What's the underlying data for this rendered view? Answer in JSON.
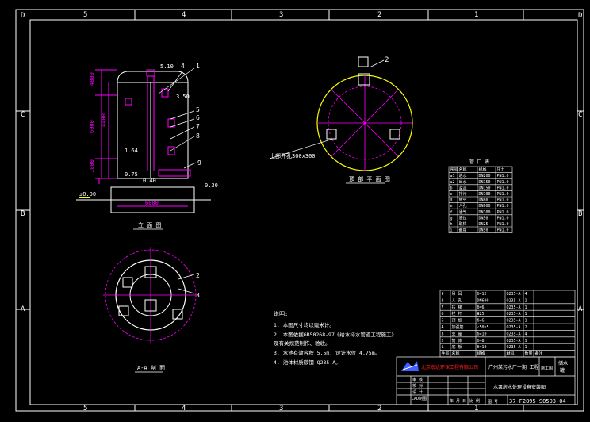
{
  "frame": {
    "top_numbers": [
      "5",
      "4",
      "3",
      "2",
      "1"
    ],
    "bottom_numbers": [
      "5",
      "4",
      "3",
      "2",
      "1"
    ],
    "left_letters": [
      "D",
      "C",
      "B",
      "A"
    ],
    "right_letters": [
      "D",
      "C",
      "B",
      "A"
    ]
  },
  "elevation": {
    "dims_left": [
      "4800",
      "6000",
      "4400",
      "1000"
    ],
    "elev_labels": [
      "5.10",
      "3.50",
      "1.64",
      "0.75",
      "0.40",
      "0.30",
      "±0.00"
    ],
    "callouts": [
      "1",
      "4",
      "5",
      "6",
      "7",
      "8",
      "9"
    ],
    "base_dim": "6000",
    "view_label": "立 面 图"
  },
  "top_view": {
    "callout": "2",
    "note_label": "上部开孔300x300",
    "view_label": "顶 部 平 面 图"
  },
  "bottom_view": {
    "callouts": [
      "2",
      "3"
    ],
    "view_label": "A-A 剖 面"
  },
  "nozzle_table": {
    "title": "管 口 表",
    "headers": [
      "序号",
      "名称",
      "规格",
      "压力"
    ],
    "rows": [
      [
        "a1",
        "进水",
        "DN200",
        "PN1.0"
      ],
      [
        "a2",
        "出水",
        "DN150",
        "PN1.0"
      ],
      [
        "b",
        "溢流",
        "DN150",
        "PN1.0"
      ],
      [
        "c",
        "排污",
        "DN100",
        "PN1.0"
      ],
      [
        "d",
        "放空",
        "DN80",
        "PN1.0"
      ],
      [
        "e",
        "人孔",
        "DN600",
        "PN1.0"
      ],
      [
        "f",
        "通气",
        "DN100",
        "PN1.0"
      ],
      [
        "g",
        "液位",
        "DN50",
        "PN1.0"
      ],
      [
        "h",
        "取样",
        "DN25",
        "PN1.0"
      ],
      [
        "i",
        "备用",
        "DN50",
        "PN1.0"
      ]
    ]
  },
  "notes": {
    "heading": "说明:",
    "lines": [
      "1. 本图尺寸均以毫米计。",
      "2. 本图依据GB50268-97《给水排水管道工程施工》",
      "   及有关规范制作、验收。",
      "3. 水池有效容积 5.5m, 设计水位 4.75m。",
      "4. 池体材质碳钢 Q235-A。"
    ]
  },
  "parts_list": {
    "headers": [
      "件号",
      "名称",
      "规格",
      "材料",
      "数量",
      "备注"
    ],
    "rows": [
      [
        "9",
        "吊 耳",
        "δ=12",
        "Q235-A",
        "4",
        ""
      ],
      [
        "8",
        "人 孔",
        "DN600",
        "Q235-A",
        "1",
        ""
      ],
      [
        "7",
        "扶 梯",
        "δ=6",
        "Q235-A",
        "1",
        ""
      ],
      [
        "6",
        "栏 杆",
        "Φ25",
        "Q235-A",
        "1",
        ""
      ],
      [
        "5",
        "顶 板",
        "δ=6",
        "Q235-A",
        "1",
        ""
      ],
      [
        "4",
        "加强筋",
        "∠50x5",
        "Q235-A",
        "2",
        ""
      ],
      [
        "3",
        "支 座",
        "δ=10",
        "Q235-A",
        "4",
        ""
      ],
      [
        "2",
        "筒 体",
        "δ=8",
        "Q235-A",
        "1",
        ""
      ],
      [
        "1",
        "底 板",
        "δ=10",
        "Q235-A",
        "1",
        ""
      ]
    ]
  },
  "title_block": {
    "company": "北京宏达环保工程有限公司",
    "project": "广州某污水厂一期 工程",
    "stage": "施工图",
    "title_lines": [
      "储水",
      "罐"
    ],
    "drawing_name": "水泵房水处理设备安装图",
    "drawing_no": "37-F2895-S0503-04",
    "roles": [
      "审 核",
      "校 对",
      "设 计",
      "CAD制图"
    ],
    "date_label": "年 月 日",
    "scale_label": "比 例",
    "page_label": "图 号"
  },
  "colors": {
    "frame": "#ffffff",
    "magenta": "#ff00ff",
    "yellow": "#ffff00",
    "red": "#ff2020",
    "green": "#00c000",
    "gray": "#c0c0c0"
  }
}
